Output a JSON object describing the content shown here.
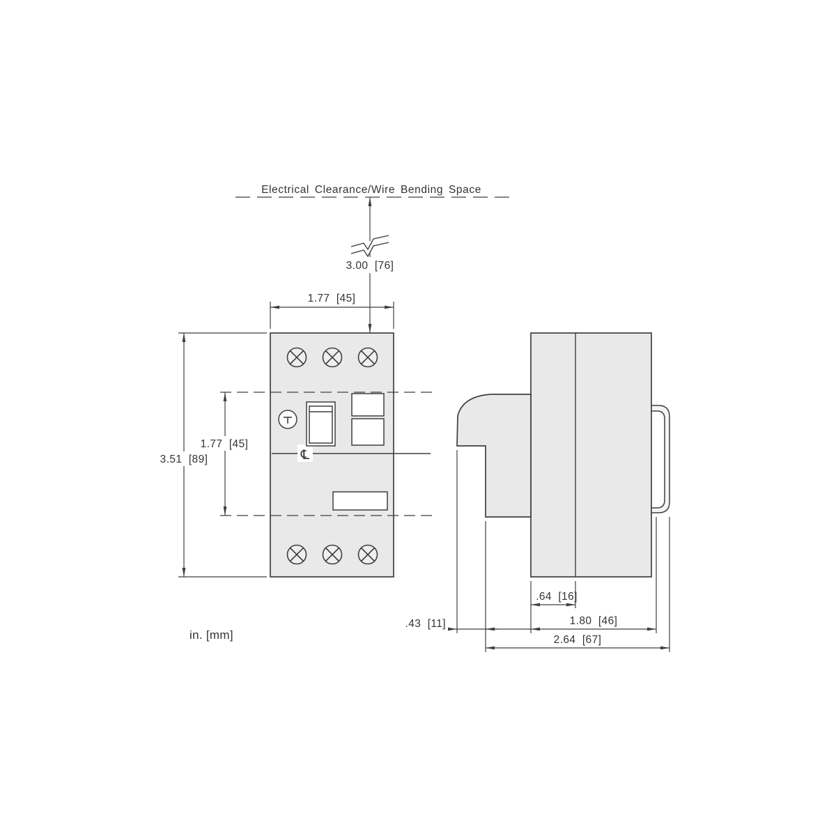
{
  "page": {
    "background": "#ffffff"
  },
  "drawing": {
    "units_label": "in. [mm]",
    "colors": {
      "line": "#3f3f3f",
      "body_fill": "#e9e9e9",
      "text": "#333333"
    },
    "clearance": {
      "label": "Electrical Clearance/Wire Bending Space",
      "distance_dim": "3.00  [76]"
    },
    "front_view": {
      "width_dim": "1.77  [45]",
      "height_dim": "3.51  [89]",
      "operator_zone_dim": "1.77  [45]",
      "centerline_symbol": "℄"
    },
    "side_view": {
      "front_section_depth_dim": ".64  [16]",
      "handle_projection_dim": ".43  [11]",
      "rail_depth_dim": "1.80  [46]",
      "overall_depth_dim": "2.64  [67]"
    }
  }
}
